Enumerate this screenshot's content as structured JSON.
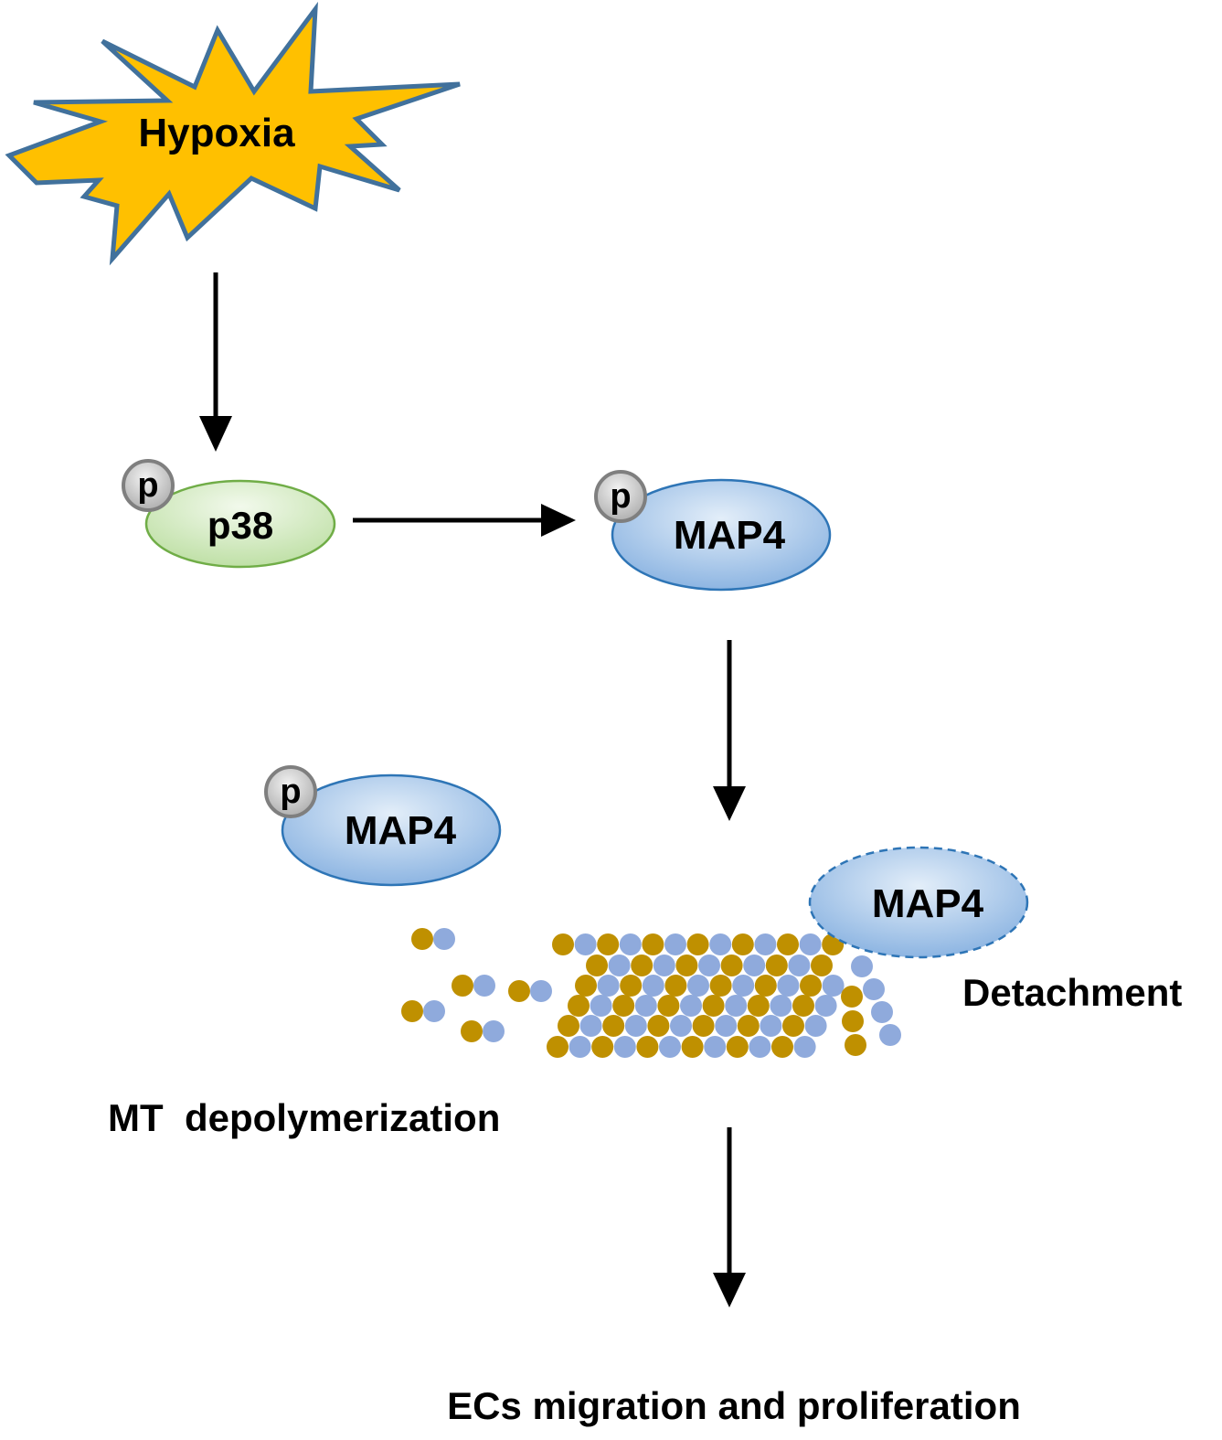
{
  "nodes": {
    "hypoxia": {
      "label": "Hypoxia"
    },
    "p38": {
      "label": "p38",
      "phospho": "p"
    },
    "map4_phospho": {
      "label": "MAP4",
      "phospho": "p"
    },
    "map4_released": {
      "label": "MAP4",
      "phospho": "p"
    },
    "map4_detaching": {
      "label": "MAP4"
    }
  },
  "labels": {
    "detachment": "Detachment",
    "mt_depolymerization": "MT  depolymerization",
    "outcome": "ECs migration and proliferation"
  },
  "colors": {
    "starburst_fill": "#FFC000",
    "starburst_stroke": "#41719C",
    "p38_fill": "#C5E0B4",
    "p38_stroke": "#70AD47",
    "map4_fill": "#9DC3E6",
    "map4_stroke": "#2E75B6",
    "phospho_fill": "#BFBFBF",
    "phospho_stroke": "#7F7F7F",
    "tubulin_alpha": "#BF9000",
    "tubulin_beta": "#8FAADC"
  }
}
